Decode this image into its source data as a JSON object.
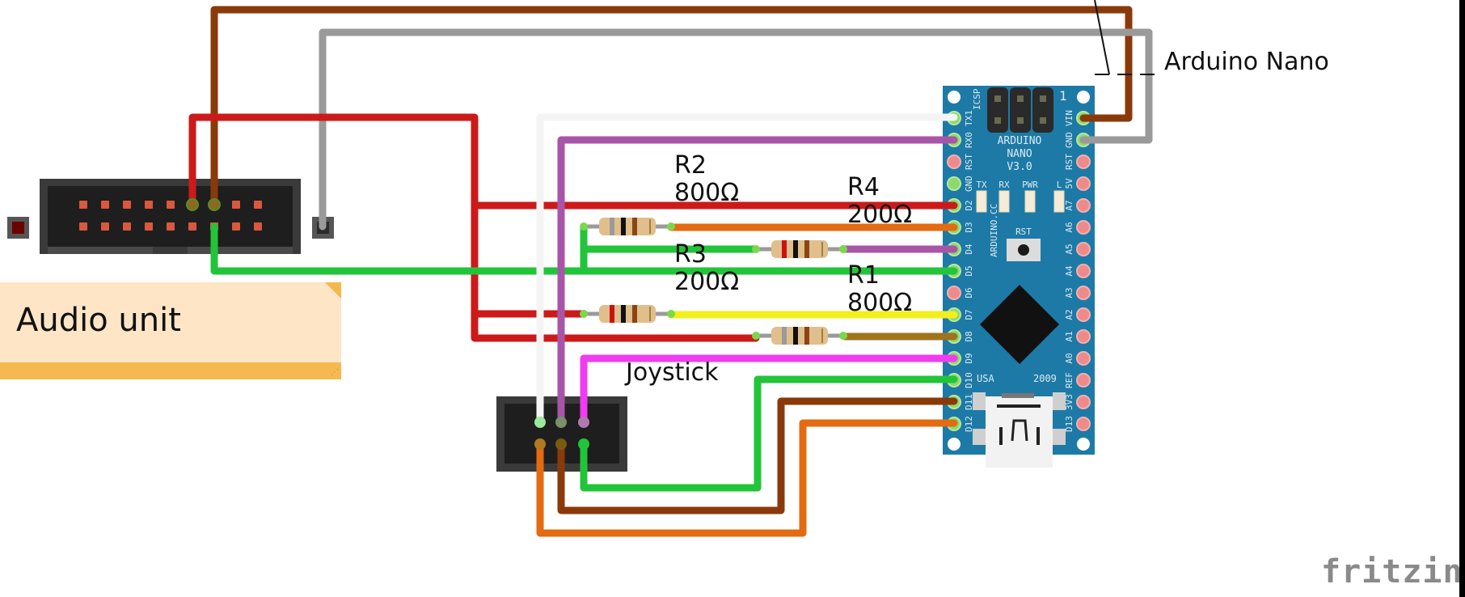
{
  "diagram": {
    "app_watermark": "fritzing",
    "labels": {
      "arduino": "Arduino Nano",
      "joystick": "Joystick",
      "audio_note": "Audio unit"
    },
    "resistors": [
      {
        "name": "R2",
        "value": "800Ω",
        "bands": [
          "#9a9a9a",
          "#111111",
          "#8b4513"
        ]
      },
      {
        "name": "R3",
        "value": "200Ω",
        "bands": [
          "#cc1111",
          "#111111",
          "#8b4513"
        ]
      },
      {
        "name": "R4",
        "value": "200Ω",
        "bands": [
          "#cc1111",
          "#111111",
          "#8b4513"
        ]
      },
      {
        "name": "R1",
        "value": "800Ω",
        "bands": [
          "#9a9a9a",
          "#111111",
          "#8b4513"
        ]
      }
    ],
    "board": {
      "title_lines": [
        "ARDUINO",
        "NANO",
        "V3.0"
      ],
      "icsp_label": "ICSP",
      "pin1_marker": "1",
      "vendor": "ARDUINO.CC",
      "origin": "USA",
      "year": "2009",
      "led_labels": [
        "TX",
        "RX",
        "PWR",
        "L"
      ],
      "reset_label": "RST",
      "left_pins": [
        "TX1",
        "RX0",
        "RST",
        "GND",
        "D2",
        "D3",
        "D4",
        "D5",
        "D6",
        "D7",
        "D8",
        "D9",
        "D10",
        "D11",
        "D12"
      ],
      "right_pins": [
        "VIN",
        "GND",
        "RST",
        "5V",
        "A7",
        "A6",
        "A5",
        "A4",
        "A3",
        "A2",
        "A1",
        "A0",
        "REF",
        "3V3",
        "D13"
      ],
      "color": "#1d7aa6"
    },
    "wire_colors": {
      "red": "#cc1a1a",
      "brown": "#8a3a0a",
      "gray": "#9a9a9a",
      "white": "#f4f4f4",
      "purple": "#a855a8",
      "green": "#22c43a",
      "orange": "#e36b12",
      "yellow": "#f2ef1c",
      "olive": "#a0731e",
      "magenta": "#f03cf0"
    }
  }
}
